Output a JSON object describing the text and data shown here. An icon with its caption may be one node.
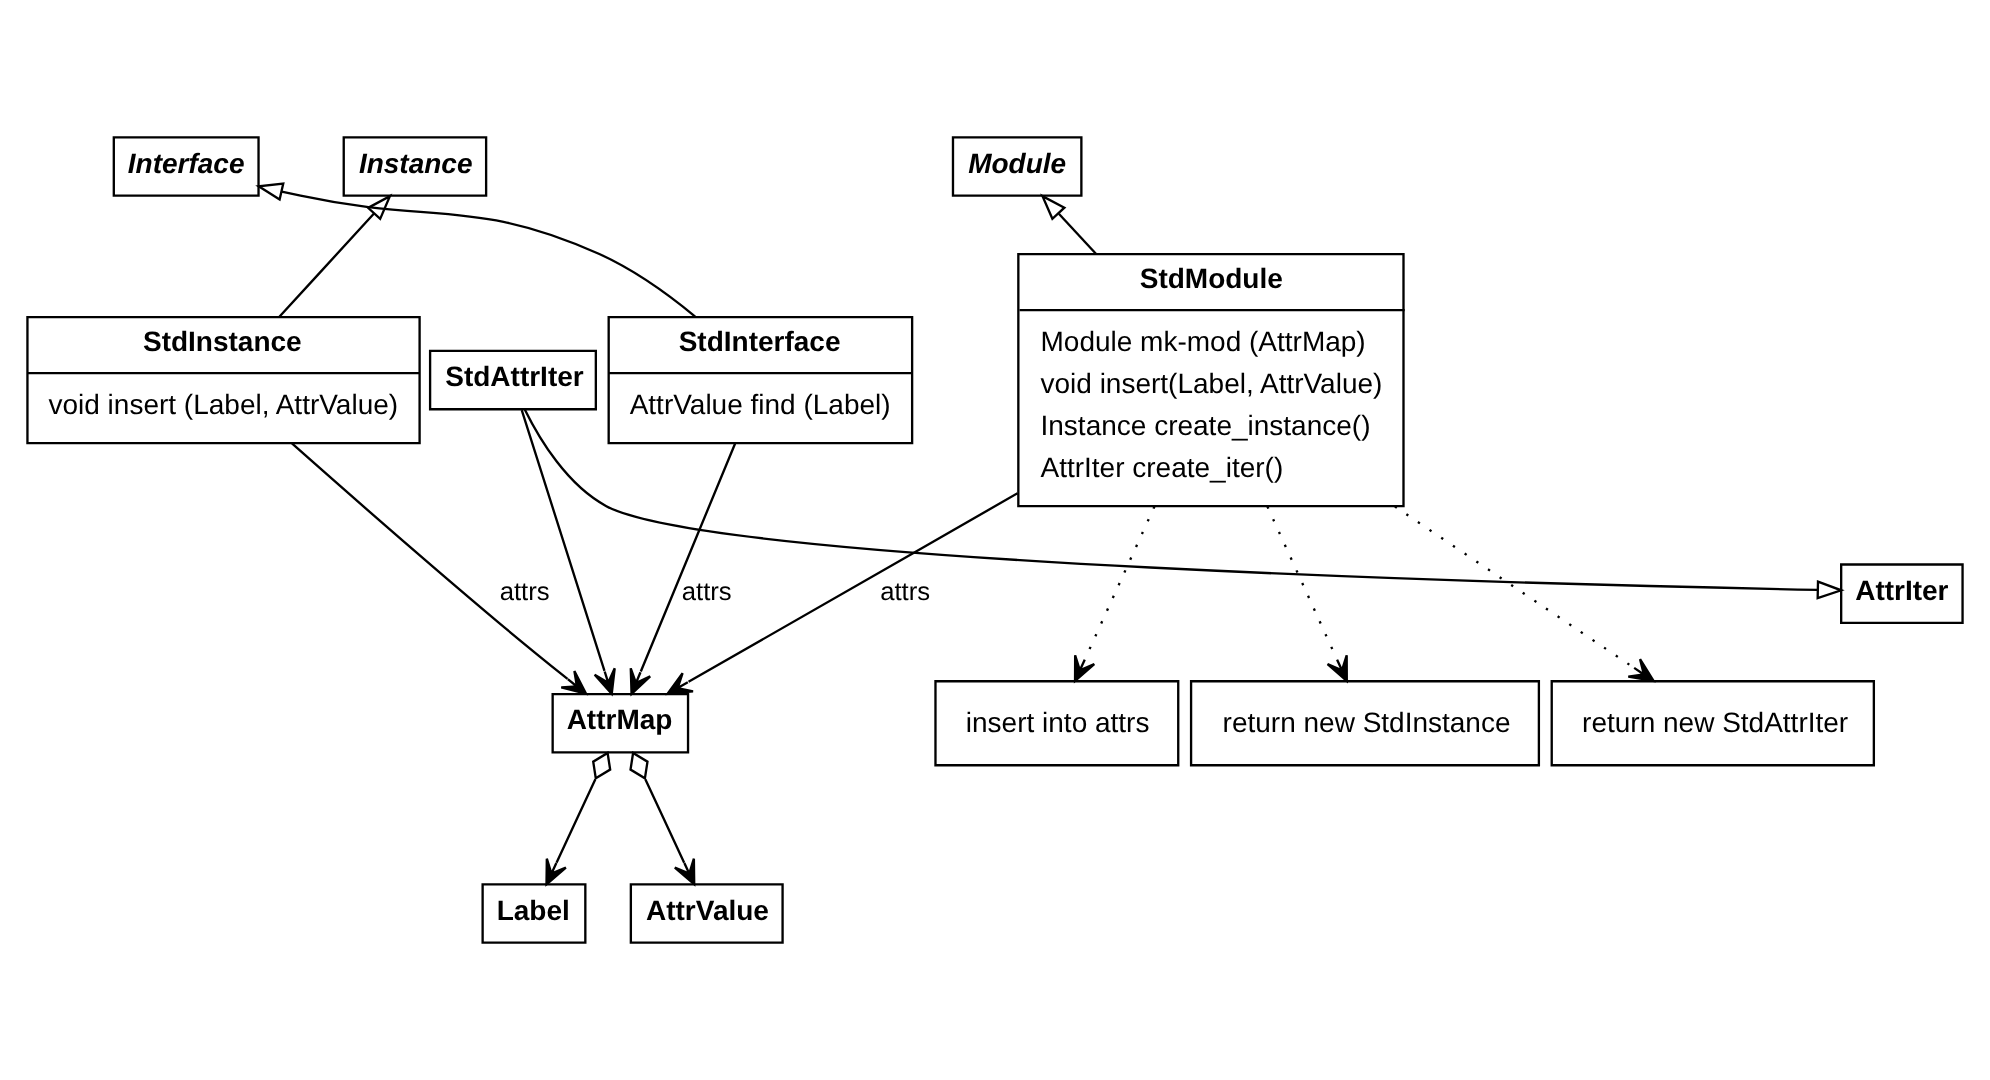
{
  "diagram": {
    "nodes": [
      {
        "text": [
          "Interface"
        ]
      },
      {
        "text": [
          "Instance"
        ]
      },
      {
        "text": [
          "Module"
        ]
      },
      {
        "text": [
          "StdInstance",
          "void insert (Label, AttrValue)"
        ]
      },
      {
        "text": [
          "StdModule",
          "Module mk-mod (AttrMap)",
          "void insert(Label, AttrValue)",
          "Instance create_instance()",
          "AttrIter create_iter()"
        ]
      },
      {
        "text": [
          "insert into attrs"
        ]
      },
      {
        "text": [
          "return new StdInstance"
        ]
      },
      {
        "text": [
          "return new StdAttrIter"
        ]
      },
      {
        "text": [
          "StdInterface",
          "AttrValue find (Label)"
        ]
      },
      {
        "text": [
          "AttrMap"
        ]
      },
      {
        "text": [
          "StdAttrIter"
        ]
      },
      {
        "text": [
          "Label"
        ]
      },
      {
        "text": [
          "AttrValue"
        ]
      },
      {
        "text": [
          "AttrIter"
        ]
      }
    ],
    "edges": [
      {
        "from": 8,
        "to": 0,
        "arrow": "to"
      },
      {
        "from": 3,
        "to": 1,
        "arrow": "to"
      },
      {
        "from": 4,
        "to": 2,
        "arrow": "to"
      },
      {
        "from": 3,
        "to": 9,
        "arrow": "to",
        "label": "attrs"
      },
      {
        "from": 4,
        "to": 9,
        "arrow": "to",
        "label": "attrs"
      },
      {
        "from": 4,
        "to": 5,
        "arrow": "to",
        "style": "dashed"
      },
      {
        "from": 4,
        "to": 6,
        "arrow": "to",
        "style": "dashed"
      },
      {
        "from": 4,
        "to": 7,
        "arrow": "to",
        "style": "dashed"
      },
      {
        "from": 8,
        "to": 9,
        "arrow": "to",
        "label": "attrs"
      },
      {
        "from": 10,
        "to": 9,
        "arrow": "to"
      },
      {
        "from": 9,
        "to": 11,
        "arrow": "to"
      },
      {
        "from": 9,
        "to": 12,
        "arrow": "to"
      },
      {
        "from": 10,
        "to": 13,
        "arrow": "to"
      }
    ]
  }
}
